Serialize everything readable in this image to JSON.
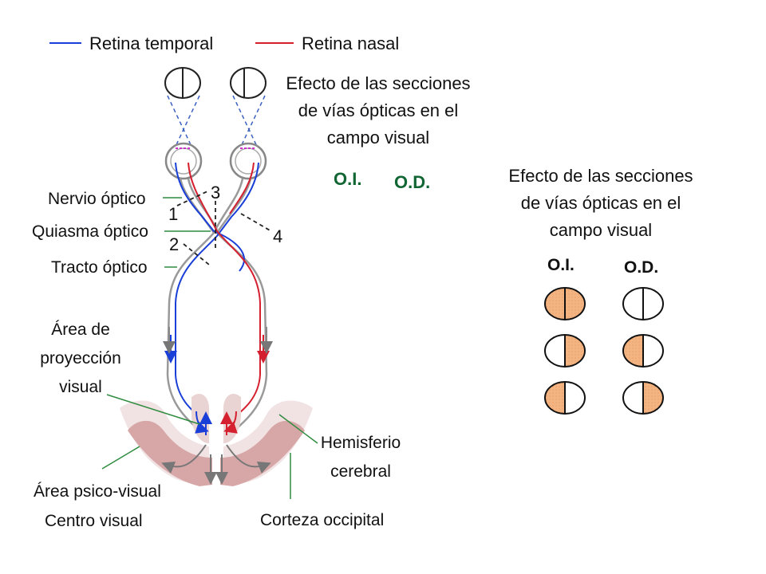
{
  "legend": {
    "temporal": {
      "label": "Retina temporal",
      "color": "#1a3fd8"
    },
    "nasal": {
      "label": "Retina nasal",
      "color": "#d52030"
    }
  },
  "upper_title": [
    "Efecto de las secciones",
    "de vías ópticas en el",
    "campo visual"
  ],
  "upper_eyes": {
    "left": "O.I.",
    "right": "O.D."
  },
  "labels": {
    "nerve": "Nervio óptico",
    "chiasm": "Quiasma óptico",
    "tract": "Tracto óptico",
    "projection": [
      "Área de",
      "proyección",
      "visual"
    ],
    "hemisphere": [
      "Hemisferio",
      "cerebral"
    ],
    "psychovisual": "Área psico-visual",
    "center": "Centro visual",
    "occipital": "Corteza occipital"
  },
  "lesions": [
    "1",
    "2",
    "3",
    "4"
  ],
  "panel": {
    "title": [
      "Efecto de las secciones",
      "de vías ópticas en el",
      "campo visual"
    ],
    "eyes": {
      "left": "O.I.",
      "right": "O.D."
    },
    "fields": [
      {
        "left": "full",
        "right": "none"
      },
      {
        "left": "nasal-half",
        "right": "temporal-half"
      },
      {
        "left": "temporal-half",
        "right": "nasal-half"
      }
    ]
  },
  "colors": {
    "blind_fill": "#f4b482",
    "cortex": "#d7a7a8",
    "pathway_gray": "#8a8a8a",
    "pointer_green": "#2e8b3f"
  }
}
